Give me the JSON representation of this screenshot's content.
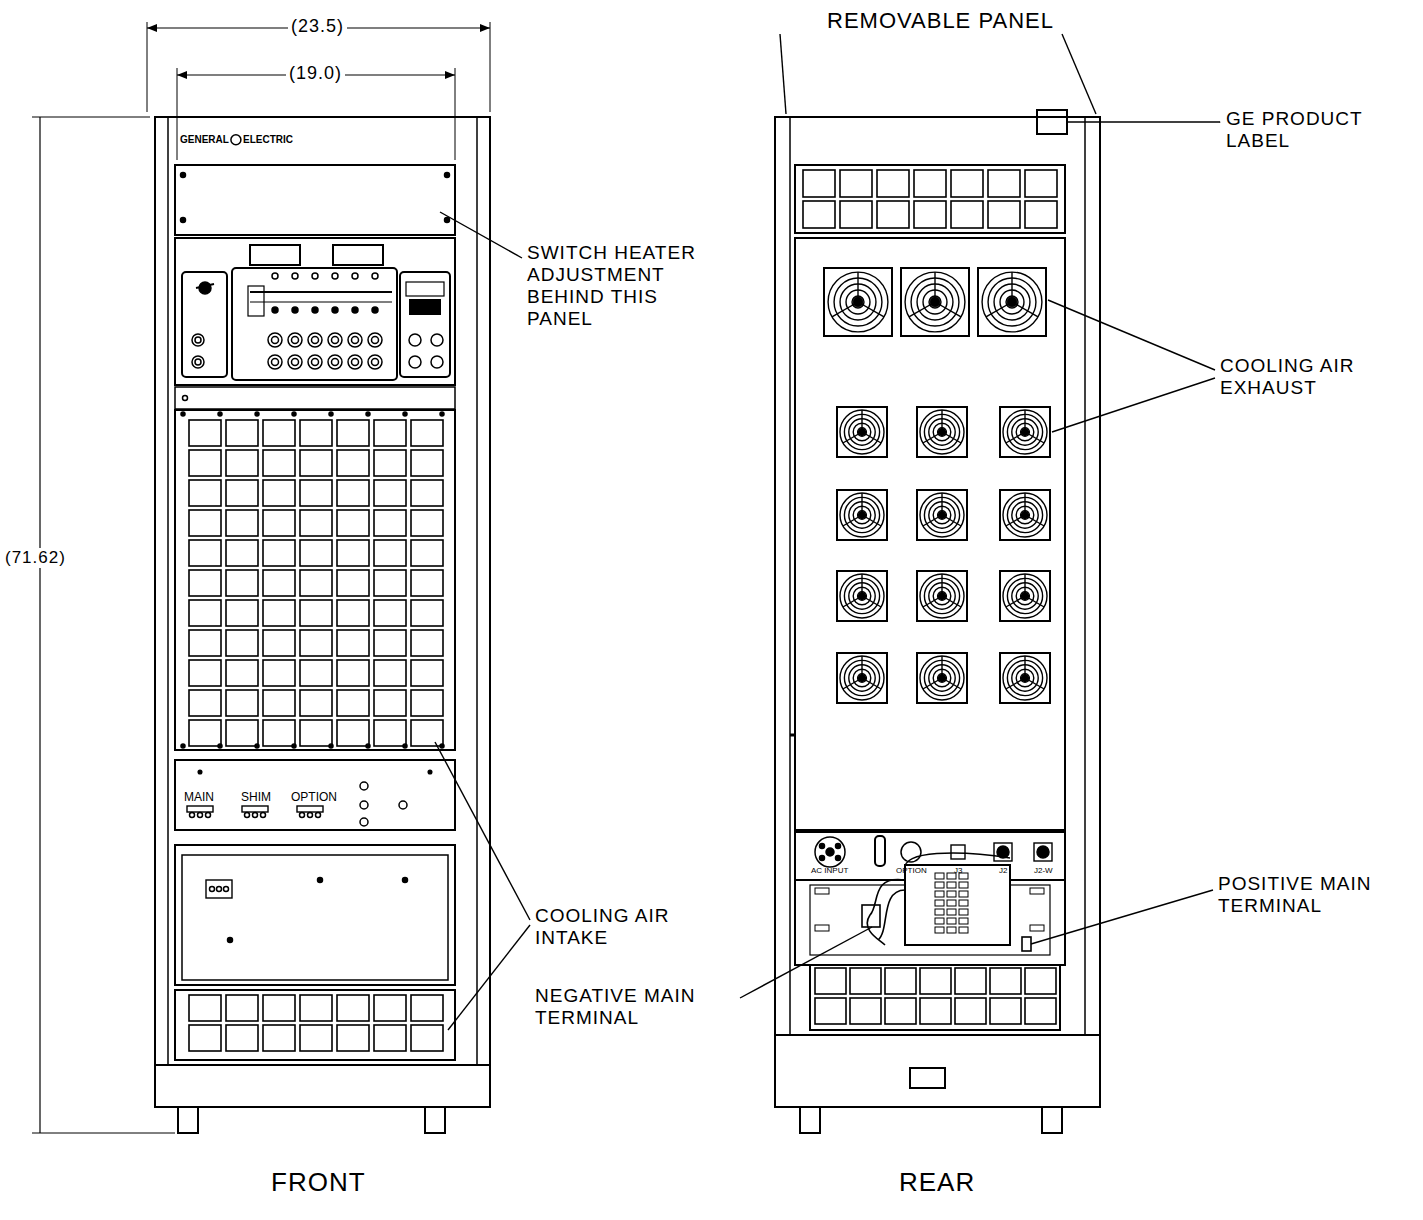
{
  "diagram": {
    "labels": [
      "(23.5)",
      "(19.0)",
      "(71.62)",
      "GENERAL",
      "ELECTRIC",
      "SWITCH HEATER ADJUSTMENT BEHIND THIS PANEL",
      "MAIN",
      "SHIM",
      "OPTION",
      "COOLING AIR INTAKE",
      "FRONT",
      "REMOVABLE PANEL",
      "GE PRODUCT LABEL",
      "COOLING AIR EXHAUST",
      "AC INPUT",
      "OPTION",
      "J3",
      "J2",
      "J2-W",
      "POSITIVE MAIN TERMINAL",
      "NEGATIVE MAIN TERMINAL",
      "REAR"
    ]
  }
}
